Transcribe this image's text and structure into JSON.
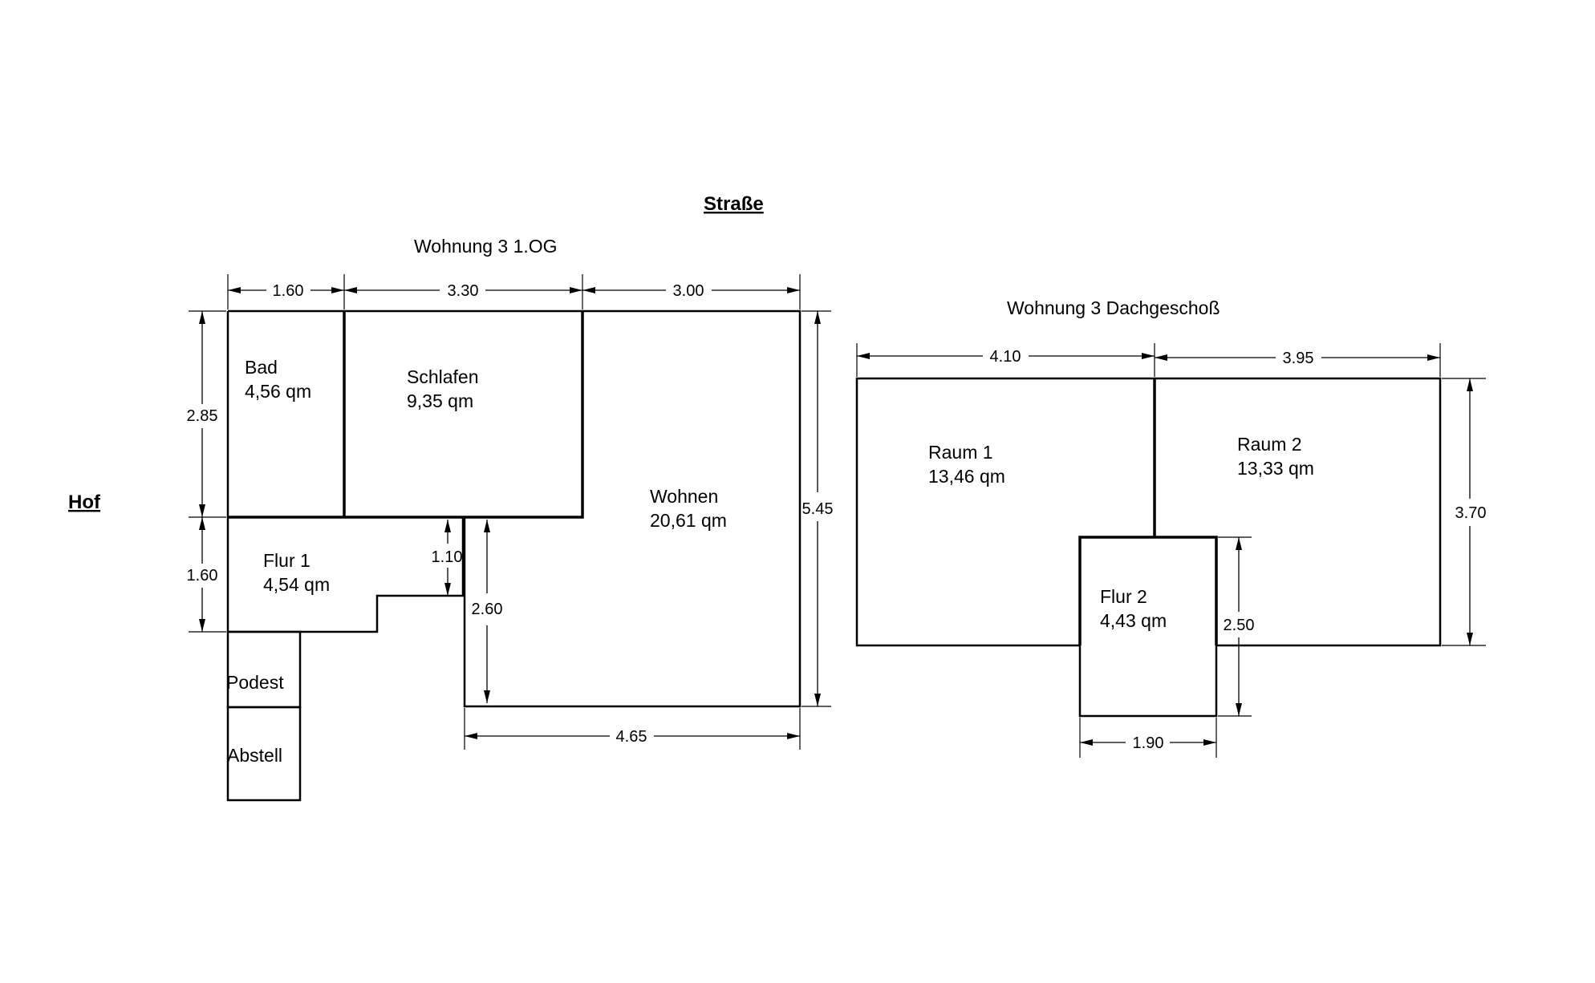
{
  "labels": {
    "street": "Straße",
    "yard": "Hof",
    "og_title": "Wohnung 3 1.OG",
    "dg_title": "Wohnung 3 Dachgeschoß"
  },
  "rooms": {
    "bad": {
      "name": "Bad",
      "area": "4,56 qm"
    },
    "schlafen": {
      "name": "Schlafen",
      "area": "9,35 qm"
    },
    "wohnen": {
      "name": "Wohnen",
      "area": "20,61 qm"
    },
    "flur1": {
      "name": "Flur 1",
      "area": "4,54 qm"
    },
    "podest": {
      "name": "Podest"
    },
    "abstell": {
      "name": "Abstell"
    },
    "raum1": {
      "name": "Raum 1",
      "area": "13,46 qm"
    },
    "raum2": {
      "name": "Raum 2",
      "area": "13,33 qm"
    },
    "flur2": {
      "name": "Flur 2",
      "area": "4,43 qm"
    }
  },
  "dimensions": {
    "og_top_1": "1.60",
    "og_top_2": "3.30",
    "og_top_3": "3.00",
    "og_left_1": "2.85",
    "og_left_2": "1.60",
    "og_right": "5.45",
    "og_inner_110": "1.10",
    "og_inner_260": "2.60",
    "og_bottom": "4.65",
    "dg_top_1": "4.10",
    "dg_top_2": "3.95",
    "dg_right": "3.70",
    "dg_flur_h": "2.50",
    "dg_flur_w": "1.90"
  }
}
